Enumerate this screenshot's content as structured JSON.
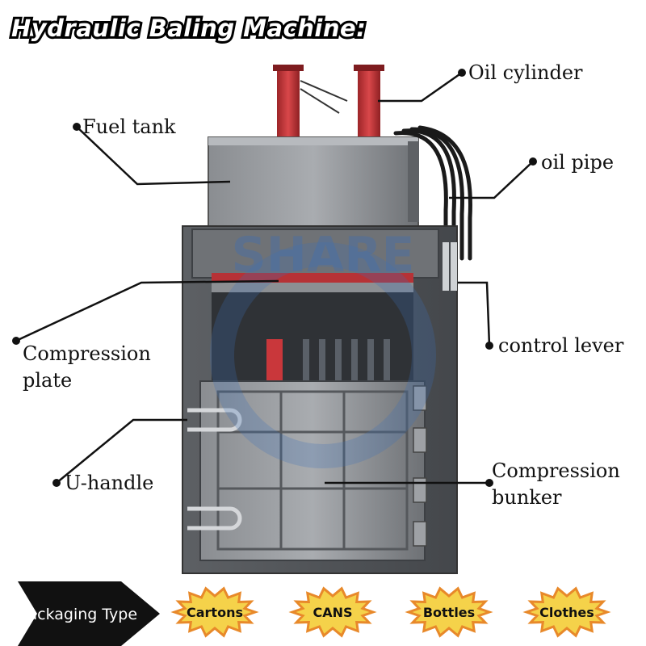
{
  "title": "Hydraulic Baling Machine:",
  "watermark": "SHARE",
  "labels": {
    "oil_cylinder": "Oil cylinder",
    "fuel_tank": "Fuel tank",
    "oil_pipe": "oil pipe",
    "compression_plate_1": "Compression",
    "compression_plate_2": "plate",
    "control_lever": "control lever",
    "u_handle": "U-handle",
    "compression_bunker_1": "Compression",
    "compression_bunker_2": "bunker"
  },
  "packaging": {
    "heading": "Packaging Type",
    "types": [
      "Cartons",
      "CANS",
      "Bottles",
      "Clothes"
    ]
  },
  "colors": {
    "machine_body": "#7a7d80",
    "cylinder": "#c8373a",
    "badge_fill": "#f5d24a",
    "badge_border": "#e8892a",
    "watermark": "#3b6fb8"
  }
}
